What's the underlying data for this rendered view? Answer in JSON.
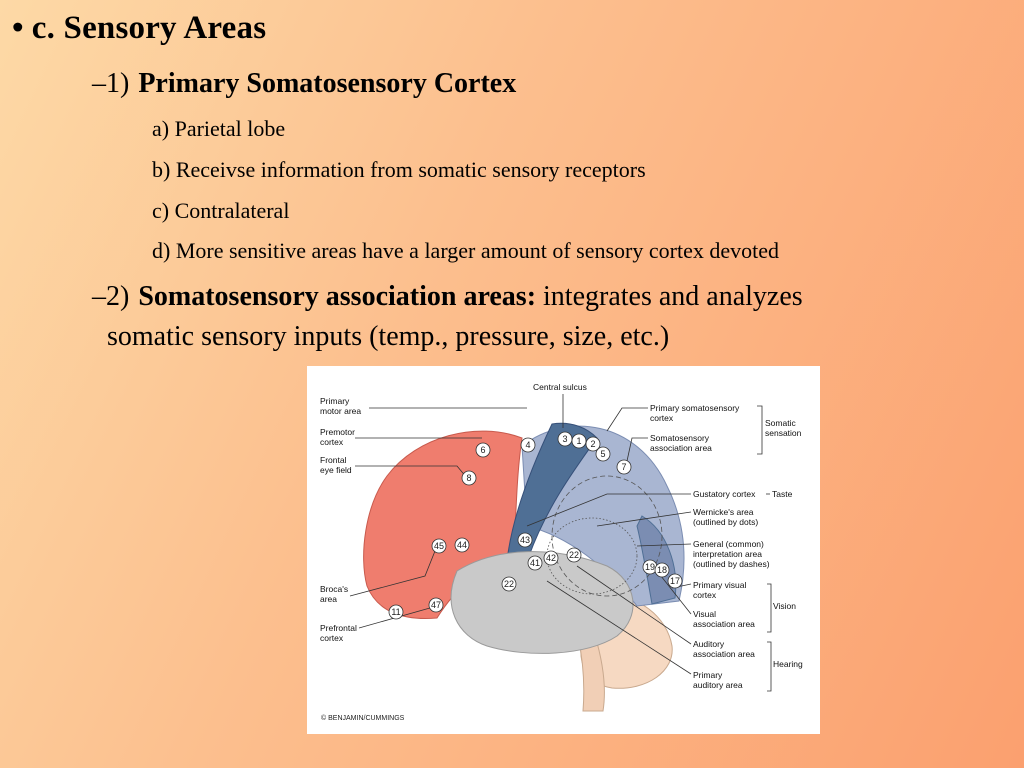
{
  "heading": {
    "bullet": "•",
    "text": "c.  Sensory Areas"
  },
  "item1": {
    "dash": "–1)",
    "title": "Primary Somatosensory Cortex",
    "subitems": [
      "a)  Parietal lobe",
      "b)  Receivse information from somatic sensory receptors",
      "c)  Contralateral",
      "d)  More sensitive areas have a larger amount of sensory cortex devoted"
    ]
  },
  "item2": {
    "dash": "–2)",
    "title": "Somatosensory association areas:",
    "text": "integrates and analyzes",
    "text2": "somatic sensory inputs (temp., pressure, size, etc.)"
  },
  "figure": {
    "labels_left": {
      "primary_motor": [
        "Primary",
        "motor area"
      ],
      "premotor": [
        "Premotor",
        "cortex"
      ],
      "frontal_eye": [
        "Frontal",
        "eye field"
      ],
      "brocas": [
        "Broca's",
        "area"
      ],
      "prefrontal": [
        "Prefrontal",
        "cortex"
      ]
    },
    "central_sulcus": "Central sulcus",
    "labels_right": {
      "primary_somatosensory": [
        "Primary somatosensory",
        "cortex"
      ],
      "somatosensory_assoc": [
        "Somatosensory",
        "association area"
      ],
      "somatic_sensation": [
        "Somatic",
        "sensation"
      ],
      "gustatory": "Gustatory cortex",
      "taste": "Taste",
      "wernickes": [
        "Wernicke's area",
        "(outlined by dots)"
      ],
      "general_interp": [
        "General (common)",
        "interpretation area",
        "(outlined by dashes)"
      ],
      "primary_visual": [
        "Primary visual",
        "cortex"
      ],
      "visual_assoc": [
        "Visual",
        "association area"
      ],
      "vision": "Vision",
      "auditory_assoc": [
        "Auditory",
        "association area"
      ],
      "hearing": "Hearing",
      "primary_auditory": [
        "Primary",
        "auditory area"
      ]
    },
    "brodmann": [
      "6",
      "4",
      "3",
      "1",
      "2",
      "5",
      "7",
      "8",
      "43",
      "45",
      "44",
      "41",
      "42",
      "22",
      "22",
      "19",
      "18",
      "17",
      "11",
      "47"
    ],
    "copyright": "© BENJAMIN/CUMMINGS",
    "colors": {
      "frontal": "#ef7d6e",
      "primary_somatosensory": "#4f6f95",
      "assoc": "#a9b6d2",
      "temporal": "#c9c9c9",
      "cerebellum": "#f6d9c2"
    }
  }
}
